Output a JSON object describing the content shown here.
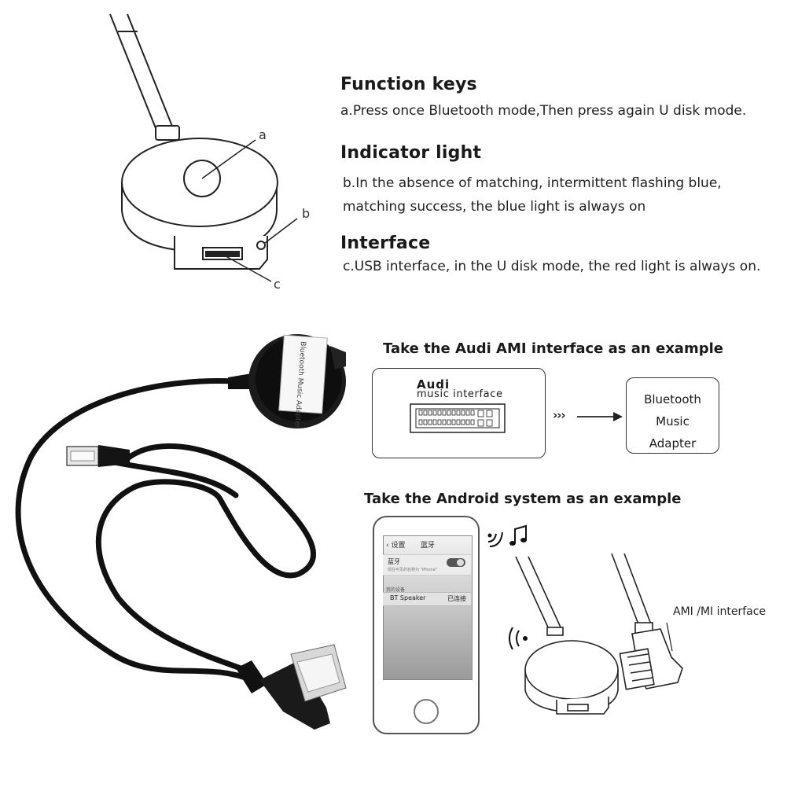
{
  "function_keys": {
    "heading": "Function keys",
    "desc": "a.Press once Bluetooth mode,Then press again U disk mode."
  },
  "indicator_light": {
    "heading": "Indicator light",
    "desc_line1": "b.In the absence of matching, intermittent flashing blue,",
    "desc_line2": "matching success, the blue light is always on"
  },
  "interface": {
    "heading": "Interface",
    "desc": "c.USB interface, in the U disk mode, the red light is always on."
  },
  "callouts": {
    "a": "a",
    "b": "b",
    "c": "c"
  },
  "device_label": "Bluetooth Music Adapter",
  "audi_example": {
    "caption": "Take the Audi AMI interface as an example",
    "brand": "Audi",
    "port_label": "music interface",
    "arrows": "›››",
    "target_line1": "Bluetooth",
    "target_line2": "Music",
    "target_line3": "Adapter"
  },
  "android_example": {
    "caption": "Take the Android system as an example",
    "phone": {
      "back": "设置",
      "title": "蓝牙",
      "bt_row": "蓝牙",
      "bt_sub": "现在可见的名称为 \"iPhone\"",
      "devices_header": "我的设备",
      "device_name": "BT Speaker",
      "device_status": "已连接"
    },
    "ami_label": "AMI /MI interface"
  }
}
